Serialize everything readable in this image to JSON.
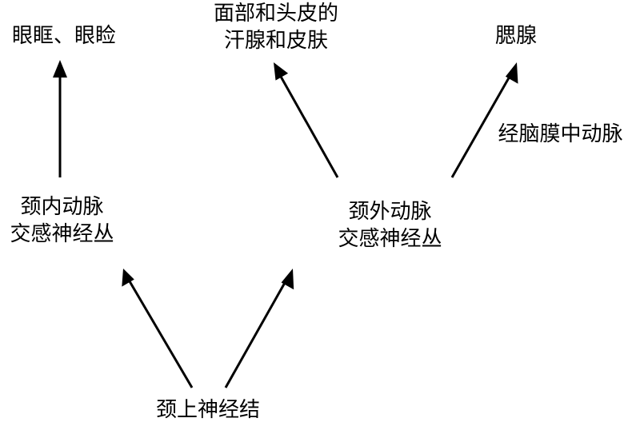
{
  "nodes": {
    "superior_cervical_ganglion": "颈上神经结",
    "internal_carotid_plexus": {
      "line1": "颈内动脉",
      "line2": "交感神经丛"
    },
    "external_carotid_plexus": {
      "line1": "颈外动脉",
      "line2": "交感神经丛"
    },
    "orbit_eyelid": "眼眶、眼睑",
    "sweat_glands": {
      "line1": "面部和头皮的",
      "line2": "汗腺和皮肤"
    },
    "parotid_gland": "腮腺",
    "middle_meningeal_artery": "经脑膜中动脉"
  }
}
